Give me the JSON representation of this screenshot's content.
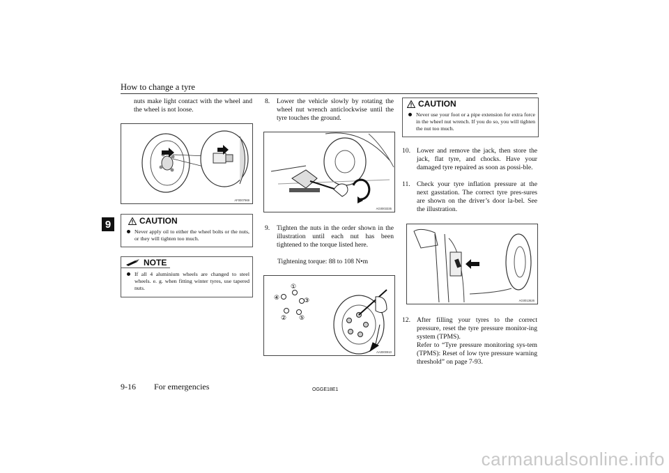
{
  "header": {
    "title": "How to change a tyre"
  },
  "chapter_tab": "9",
  "left_column": {
    "intro_text": "nuts make light contact with the wheel and the wheel is not loose.",
    "figure1_code": "AF0007969",
    "caution": {
      "title": "CAUTION",
      "items": [
        "Never apply oil to either the wheel bolts or the nuts, or they will tighten too much."
      ]
    },
    "note": {
      "title": "NOTE",
      "items": [
        "If all 4 aluminium wheels are changed to steel wheels. e. g. when fitting winter tyres, use tapered nuts."
      ]
    }
  },
  "middle_column": {
    "step8": {
      "num": "8.",
      "text": "Lower the vehicle slowly by rotating the wheel nut wrench anticlockwise until the tyre touches the ground."
    },
    "figure2_code": "AG0003335",
    "step9": {
      "num": "9.",
      "text": "Tighten the nuts in the order shown in the illustration until each nut has been tightened to the torque listed here."
    },
    "torque": "Tightening torque: 88 to 108 N•m",
    "figure3_code": "AA0000910",
    "figure3_labels": [
      "①",
      "②",
      "③",
      "④",
      "⑤"
    ]
  },
  "right_column": {
    "caution": {
      "title": "CAUTION",
      "items": [
        "Never use your foot or a pipe extension for extra force in the wheel nut wrench. If you do so, you will tighten the nut too much."
      ]
    },
    "step10": {
      "num": "10.",
      "text": "Lower and remove the jack, then store the jack, flat tyre, and chocks. Have your damaged tyre repaired as soon as possi-ble."
    },
    "step11": {
      "num": "11.",
      "text": "Check your tyre inflation pressure at the next gasstation. The correct tyre pres-sures are shown on the driver’s door la-bel. See the illustration."
    },
    "figure4_code": "AG0013626",
    "step12": {
      "num": "12.",
      "text": "After filling your tyres to the correct pressure, reset the tyre pressure monitor-ing system (TPMS).",
      "text2": "Refer to “Tyre pressure monitoring sys-tem (TPMS): Reset of low tyre pressure warning threshold” on page 7-93."
    }
  },
  "footer": {
    "page_number": "9-16",
    "section": "For emergencies",
    "doc_code": "OGGE18E1"
  },
  "watermark": "carmanualsonline.info"
}
